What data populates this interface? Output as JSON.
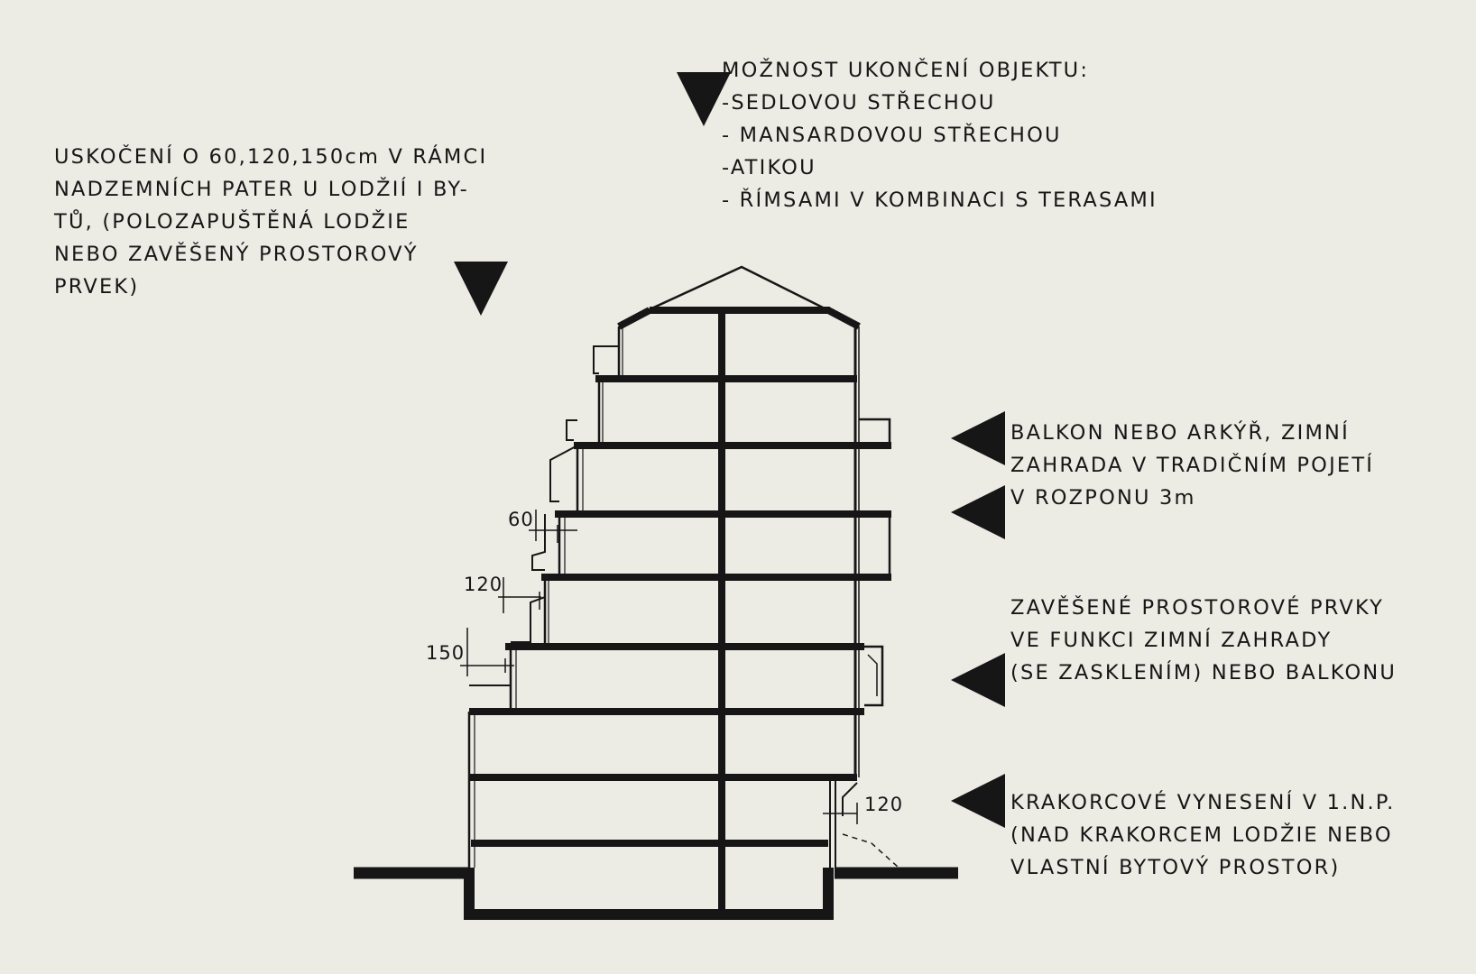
{
  "top_note": {
    "heading": "MOŽNOST UKONČENÍ OBJEKTU:",
    "options": [
      "-SEDLOVOU STŘECHOU",
      "- MANSARDOVOU STŘECHOU",
      "-ATIKOU",
      "- ŘÍMSAMI V KOMBINACI S TERASAMI"
    ]
  },
  "left_note": {
    "lines": [
      "USKOČENÍ O 60,120,150cm V RÁMCI",
      "NADZEMNÍCH PATER U LODŽIÍ I BY-",
      "TŮ,   (POLOZAPUŠTĚNÁ LODŽIE",
      "NEBO ZAVĚŠENÝ PROSTOROVÝ",
      "PRVEK)"
    ]
  },
  "right_notes": {
    "balcony": [
      "BALKON NEBO ARKÝŘ, ZIMNÍ",
      "ZAHRADA V TRADIČNÍM POJETÍ",
      "V ROZPONU 3m"
    ],
    "hanging": [
      "ZAVĚŠENÉ PROSTOROVÉ PRVKY",
      "VE FUNKCI ZIMNÍ ZAHRADY",
      "(SE ZASKLENÍM) NEBO BALKONU"
    ],
    "corbel": [
      "KRAKORCOVÉ VYNESENÍ V 1.N.P.",
      "(NAD KRAKORCEM LODŽIE NEBO",
      "VLASTNÍ BYTOVÝ PROSTOR)"
    ]
  },
  "dimensions": {
    "left_60": "60",
    "left_120": "120",
    "left_150": "150",
    "right_120": "120"
  },
  "colors": {
    "ink": "#161616",
    "paper": "#ecebe4"
  }
}
